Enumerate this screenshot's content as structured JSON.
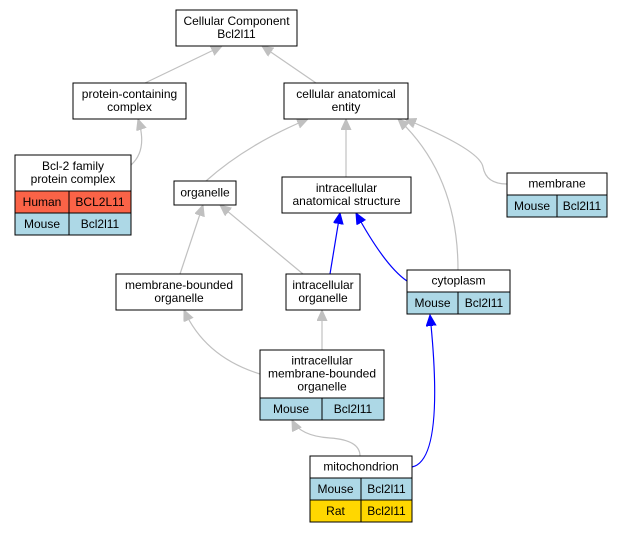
{
  "colors": {
    "gray_edge": "#c0c0c0",
    "blue_edge": "#0000ff",
    "mouse_fill": "#add8e6",
    "human_fill": "#fa6347",
    "rat_fill": "#ffd700",
    "node_fill": "#ffffff",
    "border": "#000000"
  },
  "nodes": [
    {
      "id": "cellular-component",
      "lines": [
        "Cellular Component",
        "Bcl2l11"
      ],
      "table": []
    },
    {
      "id": "protein-containing-complex",
      "lines": [
        "protein-containing",
        "complex"
      ],
      "table": []
    },
    {
      "id": "cellular-anatomical-entity",
      "lines": [
        "cellular anatomical",
        "entity"
      ],
      "table": []
    },
    {
      "id": "bcl2-family-protein-complex",
      "lines": [
        "Bcl-2 family",
        "protein complex"
      ],
      "table": [
        {
          "species": "Human",
          "gene": "BCL2L11",
          "color": "human"
        },
        {
          "species": "Mouse",
          "gene": "Bcl2l11",
          "color": "mouse"
        }
      ]
    },
    {
      "id": "organelle",
      "lines": [
        "organelle"
      ],
      "table": []
    },
    {
      "id": "intracellular-anatomical-structure",
      "lines": [
        "intracellular",
        "anatomical structure"
      ],
      "table": []
    },
    {
      "id": "membrane",
      "lines": [
        "membrane"
      ],
      "table": [
        {
          "species": "Mouse",
          "gene": "Bcl2l11",
          "color": "mouse"
        }
      ]
    },
    {
      "id": "membrane-bounded-organelle",
      "lines": [
        "membrane-bounded",
        "organelle"
      ],
      "table": []
    },
    {
      "id": "intracellular-organelle",
      "lines": [
        "intracellular",
        "organelle"
      ],
      "table": []
    },
    {
      "id": "cytoplasm",
      "lines": [
        "cytoplasm"
      ],
      "table": [
        {
          "species": "Mouse",
          "gene": "Bcl2l11",
          "color": "mouse"
        }
      ]
    },
    {
      "id": "intracellular-membrane-bounded-organelle",
      "lines": [
        "intracellular",
        "membrane-bounded",
        "organelle"
      ],
      "table": [
        {
          "species": "Mouse",
          "gene": "Bcl2l11",
          "color": "mouse"
        }
      ]
    },
    {
      "id": "mitochondrion",
      "lines": [
        "mitochondrion"
      ],
      "table": [
        {
          "species": "Mouse",
          "gene": "Bcl2l11",
          "color": "mouse"
        },
        {
          "species": "Rat",
          "gene": "Bcl2l11",
          "color": "rat"
        }
      ]
    }
  ],
  "edges": [
    {
      "from": "protein-containing-complex",
      "to": "cellular-component",
      "color": "gray"
    },
    {
      "from": "cellular-anatomical-entity",
      "to": "cellular-component",
      "color": "gray"
    },
    {
      "from": "bcl2-family-protein-complex",
      "to": "protein-containing-complex",
      "color": "gray"
    },
    {
      "from": "organelle",
      "to": "cellular-anatomical-entity",
      "color": "gray"
    },
    {
      "from": "intracellular-anatomical-structure",
      "to": "cellular-anatomical-entity",
      "color": "gray"
    },
    {
      "from": "membrane",
      "to": "cellular-anatomical-entity",
      "color": "gray"
    },
    {
      "from": "cytoplasm",
      "to": "cellular-anatomical-entity",
      "color": "gray"
    },
    {
      "from": "membrane-bounded-organelle",
      "to": "organelle",
      "color": "gray"
    },
    {
      "from": "intracellular-organelle",
      "to": "organelle",
      "color": "gray"
    },
    {
      "from": "intracellular-organelle",
      "to": "intracellular-anatomical-structure",
      "color": "blue"
    },
    {
      "from": "cytoplasm",
      "to": "intracellular-anatomical-structure",
      "color": "blue"
    },
    {
      "from": "intracellular-membrane-bounded-organelle",
      "to": "membrane-bounded-organelle",
      "color": "gray"
    },
    {
      "from": "intracellular-membrane-bounded-organelle",
      "to": "intracellular-organelle",
      "color": "gray"
    },
    {
      "from": "mitochondrion",
      "to": "intracellular-membrane-bounded-organelle",
      "color": "gray"
    },
    {
      "from": "mitochondrion",
      "to": "cytoplasm",
      "color": "blue"
    }
  ]
}
